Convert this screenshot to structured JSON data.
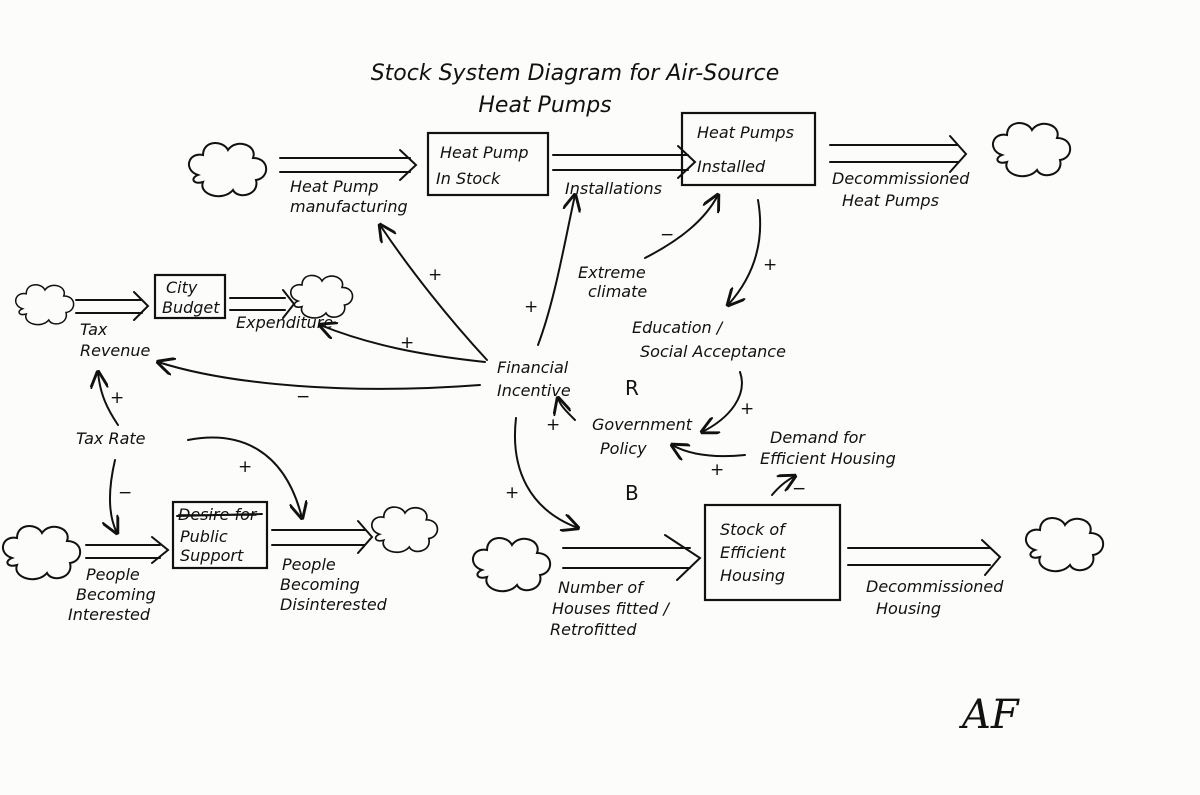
{
  "title": {
    "line1": "Stock System Diagram for Air-Source",
    "line2": "Heat Pumps"
  },
  "stocks": {
    "heat_pump_in_stock": [
      "Heat Pump",
      "In Stock"
    ],
    "heat_pumps_installed": [
      "Heat Pumps",
      "Installed"
    ],
    "city_budget": [
      "City",
      "Budget"
    ],
    "public_support": [
      "Desire for",
      "Public",
      "Support"
    ],
    "efficient_housing": [
      "Stock of",
      "Efficient",
      "Housing"
    ]
  },
  "flows": {
    "manufacturing": [
      "Heat Pump",
      "manufacturing"
    ],
    "installations": [
      "Installations"
    ],
    "decommissioned_hp": [
      "Decommissioned",
      "Heat Pumps"
    ],
    "tax_revenue": [
      "Tax",
      "Revenue"
    ],
    "expenditure": [
      "Expenditure"
    ],
    "people_interested": [
      "People",
      "Becoming",
      "Interested"
    ],
    "people_disinterested": [
      "People",
      "Becoming",
      "Disinterested"
    ],
    "houses_fitted": [
      "Number of",
      "Houses fitted /",
      "Retrofitted"
    ],
    "decommissioned_housing": [
      "Decommissioned",
      "Housing"
    ]
  },
  "variables": {
    "extreme_climate": [
      "Extreme",
      "climate"
    ],
    "education": [
      "Education /",
      "Social Acceptance"
    ],
    "financial_incentive": [
      "Financial",
      "Incentive"
    ],
    "government_policy": [
      "Government",
      "Policy"
    ],
    "demand": [
      "Demand for",
      "Efficient Housing"
    ],
    "tax_rate": [
      "Tax Rate"
    ]
  },
  "loops": {
    "reinforcing": "R",
    "balancing": "B"
  },
  "polarities": {
    "fi_manufacturing": "+",
    "fi_installations": "+",
    "climate_installed": "−",
    "installed_education": "+",
    "fi_expenditure": "+",
    "fi_tax_revenue": "−",
    "policy_fi": "+",
    "education_policy": "+",
    "demand_policy": "+",
    "housing_demand": "−",
    "fi_houses_fitted": "+",
    "taxrate_revenue": "+",
    "taxrate_interested": "−",
    "taxrate_disinterested": "+"
  },
  "signature": "AF"
}
